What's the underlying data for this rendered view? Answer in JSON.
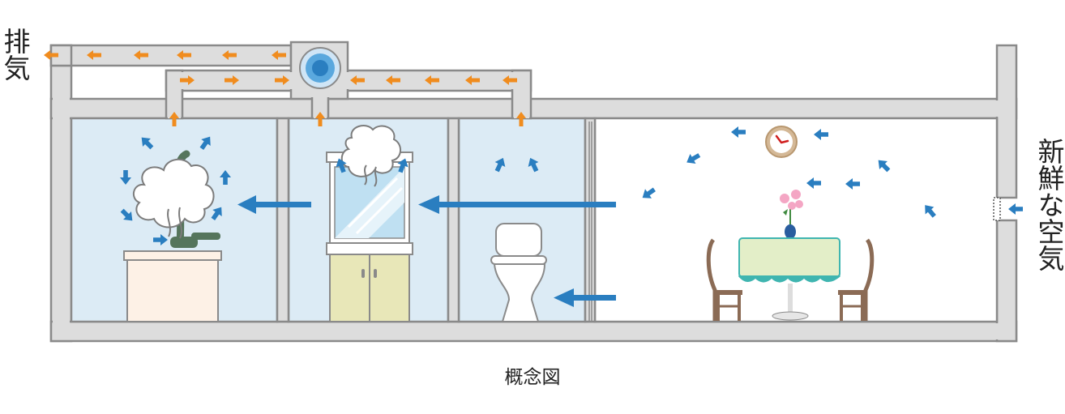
{
  "labels": {
    "exhaust": "排気",
    "fresh_air": "新鮮な空気",
    "caption": "概念図"
  },
  "colors": {
    "wall": "#dddddd",
    "wall_stroke": "#8a8a8a",
    "room_fill": "#dcebf5",
    "exhaust_arrow": "#f08c1e",
    "airflow_arrow": "#2a7ec0",
    "fan": "#5aa8de",
    "wood": "#8b6b55",
    "tablecloth": "#e3eec8",
    "tablecloth_trim": "#3fb5b0",
    "vanity": "#e8e7b8",
    "counter": "#fdf1e6"
  },
  "icons": [
    "exhaust-fan-icon",
    "faucet-icon",
    "steam-cloud-icon",
    "mirror-icon",
    "toilet-icon",
    "clock-icon",
    "flower-vase-icon",
    "chair-icon",
    "dining-table-icon",
    "air-vent-icon"
  ]
}
